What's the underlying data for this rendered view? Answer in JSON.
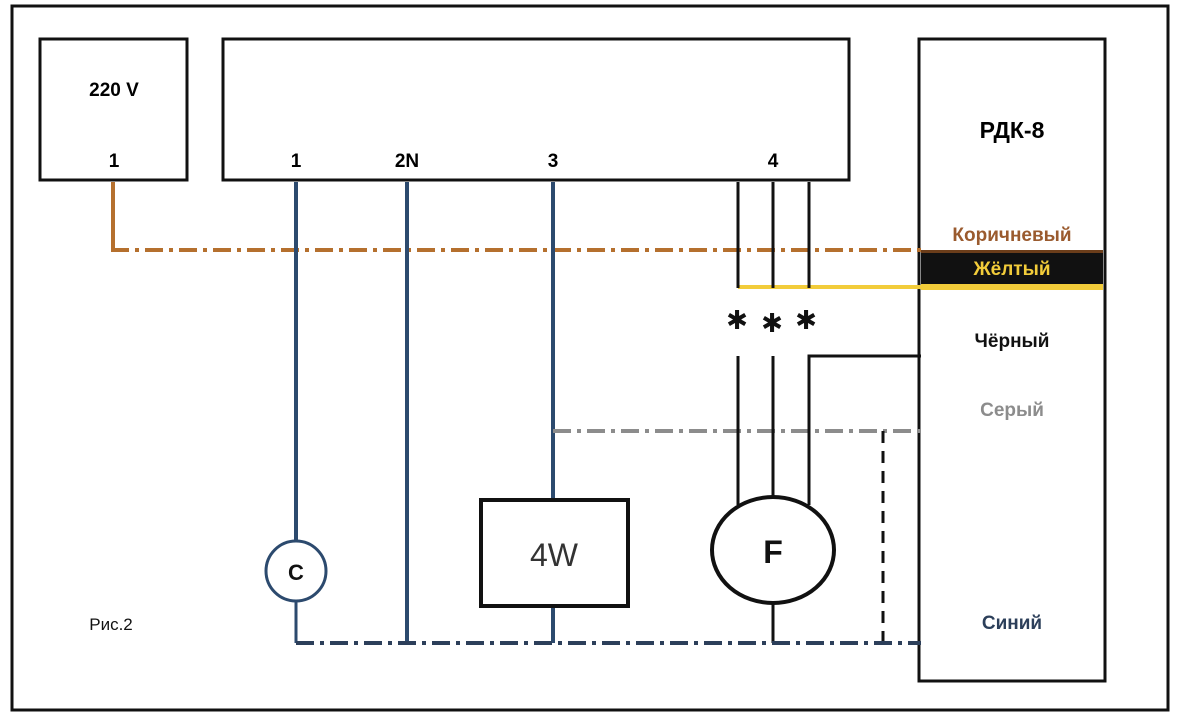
{
  "supply": {
    "voltage": "220 V",
    "terminal": "1"
  },
  "controller": {
    "terminals": [
      {
        "id": "t1",
        "label": "1"
      },
      {
        "id": "t2n",
        "label": "2N"
      },
      {
        "id": "t3",
        "label": "3"
      },
      {
        "id": "t4",
        "label": "4"
      }
    ]
  },
  "device": {
    "title": "РДК-8",
    "wires": [
      {
        "id": "brown",
        "label": "Коричневый",
        "color": "#9a5a2e"
      },
      {
        "id": "yellow",
        "label": "Жёлтый",
        "color": "#f2cc3a"
      },
      {
        "id": "black",
        "label": "Чёрный",
        "color": "#111111"
      },
      {
        "id": "gray",
        "label": "Серый",
        "color": "#8c8c8c"
      },
      {
        "id": "blue",
        "label": "Синий",
        "color": "#2c3f5a"
      }
    ]
  },
  "components": {
    "capacitor": "C",
    "valve": "4W",
    "fan": "F"
  },
  "colors": {
    "supply_wire": "#b5702e",
    "blue_wire": "#2c4a6e",
    "dash_blue": "#2c3f5a",
    "yellow_band": "#f2cc3a",
    "black_band": "#111111"
  },
  "caption": "Рис.2"
}
